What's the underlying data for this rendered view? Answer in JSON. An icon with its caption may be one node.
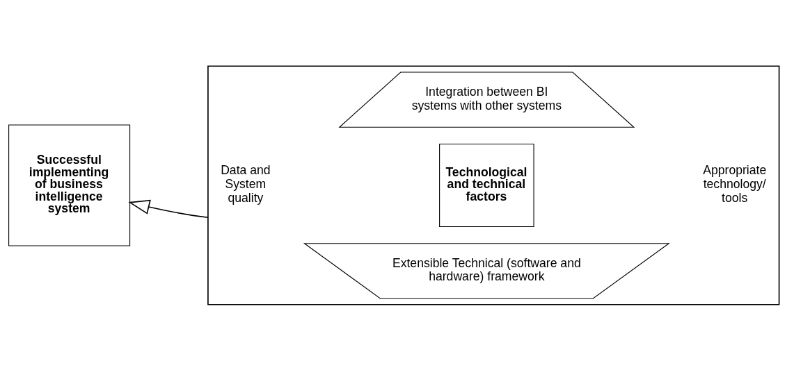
{
  "diagram": {
    "nodes": [
      {
        "text": [
          "Successful implementing of business intelligence system"
        ]
      },
      {
        "text": [],
        "shape": "box"
      },
      {
        "text": [
          "Extensible Technical (software and hardware) framework"
        ],
        "in": 1
      },
      {
        "text": [
          "Data and System quality"
        ],
        "in": 1
      },
      {
        "text": [
          "Technological and technical factors"
        ],
        "in": 1
      },
      {
        "text": [
          "Appropriate technology/ tools"
        ],
        "in": 1
      },
      {
        "text": [
          "Integration between BI systems with other systems"
        ],
        "in": 1
      }
    ],
    "edges": [
      {
        "from": 1,
        "to": 0,
        "arrow": "to"
      }
    ]
  }
}
